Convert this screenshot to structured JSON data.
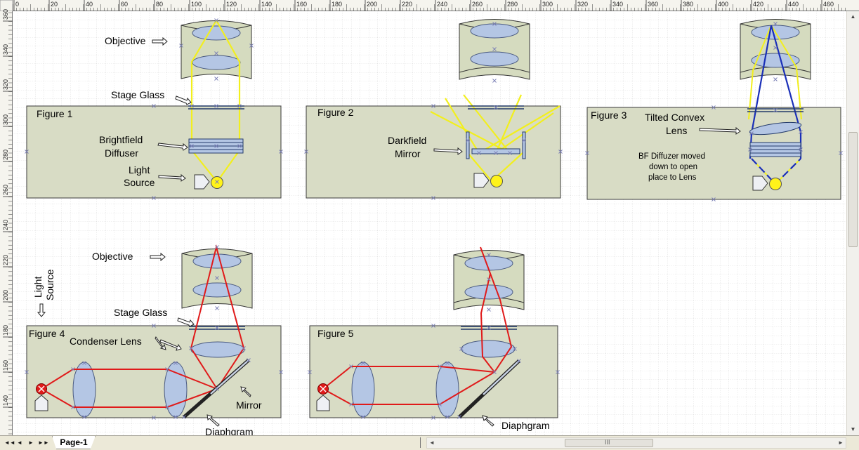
{
  "ruler": {
    "top_labels": [
      "0",
      "20",
      "40",
      "60",
      "80",
      "100",
      "120",
      "140",
      "160",
      "180",
      "200",
      "220",
      "240",
      "260",
      "280",
      "300",
      "320",
      "340",
      "360",
      "380",
      "400",
      "420",
      "440",
      "460"
    ],
    "left_labels": [
      "360",
      "340",
      "320",
      "300",
      "280",
      "260",
      "240",
      "220",
      "200",
      "180",
      "160",
      "140"
    ]
  },
  "page_tab": "Page-1",
  "nav": [
    "◄◄",
    "◄",
    "►",
    "►►"
  ],
  "colors": {
    "box_fill": "#d8dcc5",
    "objective_fill": "#d5dbbf",
    "lens_fill": "#b4c6e4",
    "ray_yellow": "#f2ef1e",
    "ray_red": "#e01a1a",
    "ray_blue": "#1a2fb8",
    "grid": "#c9c9c9",
    "marker": "#7a7fb6"
  },
  "figures": {
    "f1": {
      "title": "Figure 1",
      "objective": "Objective",
      "stage_glass": "Stage Glass",
      "diffuser": [
        "Brightfield",
        "Diffuser"
      ],
      "light": [
        "Light",
        "Source"
      ]
    },
    "f2": {
      "title": "Figure 2",
      "mirror": [
        "Darkfield",
        "Mirror"
      ]
    },
    "f3": {
      "title": "Figure 3",
      "lens": [
        "Tilted Convex",
        "Lens"
      ],
      "note": [
        "BF Diffuzer moved",
        "down to open",
        "place to Lens"
      ]
    },
    "f4": {
      "title": "Figure 4",
      "objective": "Objective",
      "stage_glass": "Stage Glass",
      "condenser": "Condenser Lens",
      "light": [
        "Light",
        "Source"
      ],
      "mirror": "Mirror",
      "diaphragm": "Diaphgram"
    },
    "f5": {
      "title": "Figure 5",
      "diaphragm": "Diaphgram"
    }
  }
}
